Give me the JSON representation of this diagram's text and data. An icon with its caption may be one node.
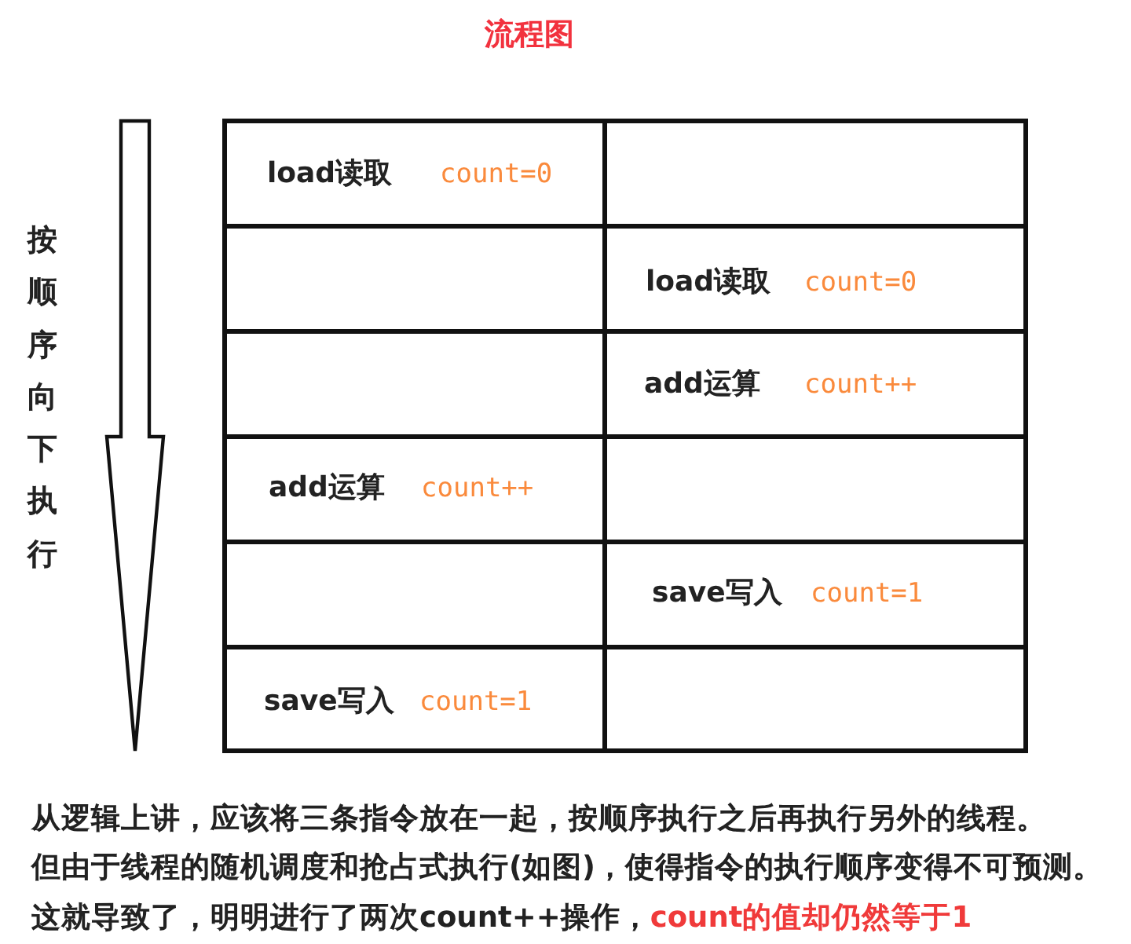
{
  "diagram": {
    "title": "流程图",
    "labels": [
      "按顺序向下执行",
      "load读取",
      "count=0",
      "load读取",
      "count=0",
      "add运算",
      "count++",
      "add运算",
      "count++",
      "save写入",
      "count=1",
      "save写入",
      "count=1",
      "从逻辑上讲，应该将三条指令放在一起，按顺序执行之后再执行另外的线程。",
      "但由于线程的随机调度和抢占式执行(如图)，使得指令的执行顺序变得不可预测。",
      "这就导致了，明明进行了两次count++操作，",
      "count的值却仍然等于1"
    ]
  }
}
